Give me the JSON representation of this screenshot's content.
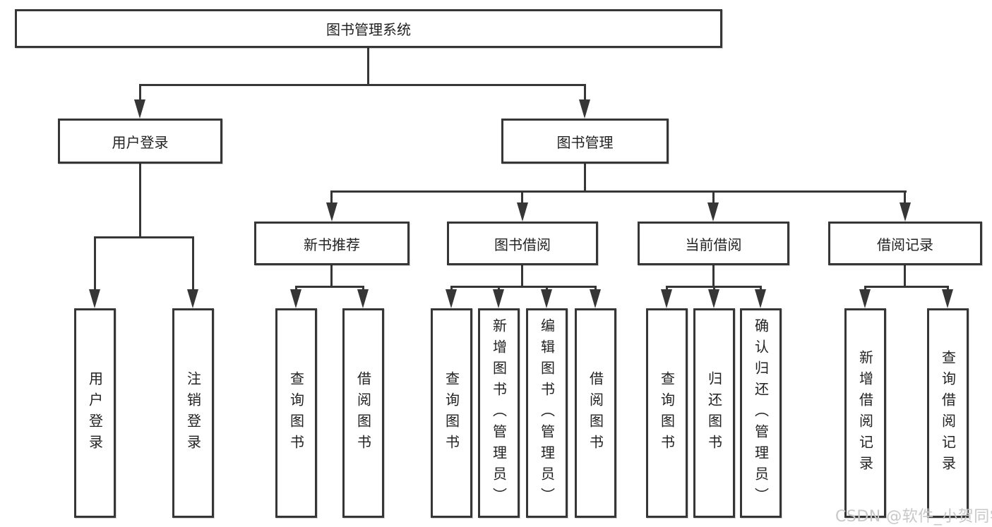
{
  "nodes": {
    "root": "图书管理系统",
    "user_login": "用户登录",
    "book_management": "图书管理",
    "new_book_recommend": "新书推荐",
    "book_borrow": "图书借阅",
    "current_borrow": "当前借阅",
    "borrow_records": "借阅记录"
  },
  "leaves": {
    "user_login": [
      "用户登录",
      "注销登录"
    ],
    "new_book_recommend": [
      "查询图书",
      "借阅图书"
    ],
    "book_borrow": [
      "查询图书",
      "新增图书（管理员）",
      "编辑图书（管理员）",
      "借阅图书"
    ],
    "current_borrow": [
      "查询图书",
      "归还图书",
      "确认归还（管理员）"
    ],
    "borrow_records": [
      "新增借阅记录",
      "查询借阅记录"
    ]
  },
  "watermark": "CSDN @软件_小贺同学",
  "colors": {
    "line": "#363636",
    "text": "#222222",
    "watermark": "#c8c8c8",
    "background": "#ffffff"
  }
}
